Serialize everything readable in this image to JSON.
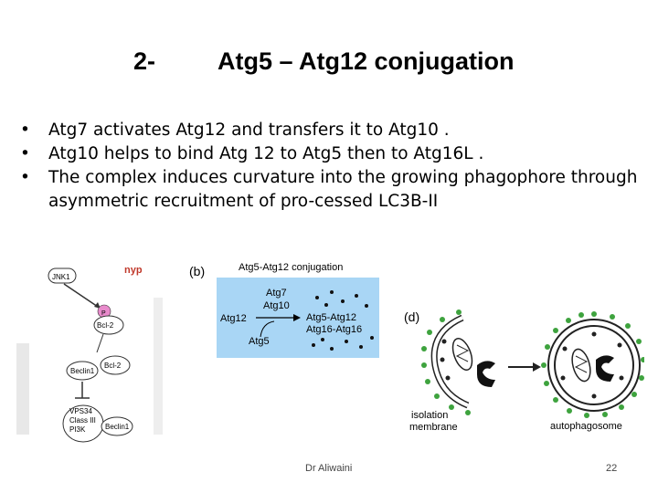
{
  "slide": {
    "title_number": "2-",
    "title": "Atg5 – Atg12 conjugation",
    "bullets": [
      "Atg7  activates Atg12  and transfers it to Atg10 .",
      " Atg10 helps to bind Atg 12 to Atg5 then to Atg16L .",
      "The complex  induces curvature into the growing phagophore through asymmetric recruitment of pro-cessed LC3B-II"
    ],
    "footer_author": "Dr Aliwaini",
    "page_number": "22"
  },
  "figure_left": {
    "labels": [
      "JNK1",
      "P",
      "Bcl-2",
      "Beclin1",
      "Bcl-2",
      "VPS34",
      "Class III",
      "PI3K",
      "Beclin1"
    ],
    "cropped_text": "nyp"
  },
  "figure_b": {
    "panel_label": "(b)",
    "heading": "Atg5-Atg12 conjugation",
    "labels": [
      "Atg7",
      "Atg10",
      "Atg12",
      "Atg5",
      "Atg5-Atg12",
      "Atg16-Atg16"
    ],
    "box_color": "#a9d6f5"
  },
  "figure_d": {
    "panel_label": "(d)",
    "labels": [
      "isolation",
      "membrane",
      "autophagosome"
    ],
    "dot_color": "#3ea33e"
  }
}
